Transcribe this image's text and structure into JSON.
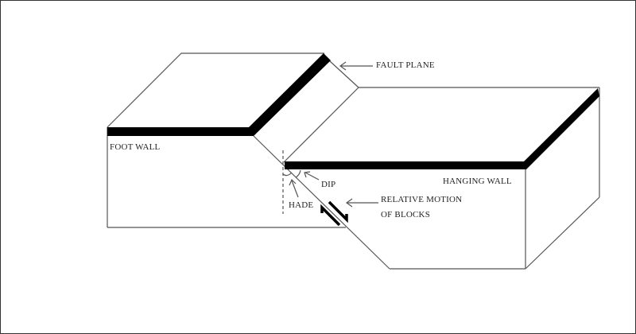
{
  "title": "Normal fault block diagram",
  "labels": {
    "fault_plane": "FAULT PLANE",
    "foot_wall": "FOOT WALL",
    "hanging_wall": "HANGING WALL",
    "dip": "DIP",
    "hade": "HADE",
    "relative_motion_line1": "RELATIVE MOTION",
    "relative_motion_line2": "OF BLOCKS"
  },
  "colors": {
    "line": "#555555",
    "bed": "#000000",
    "text": "#222222"
  }
}
